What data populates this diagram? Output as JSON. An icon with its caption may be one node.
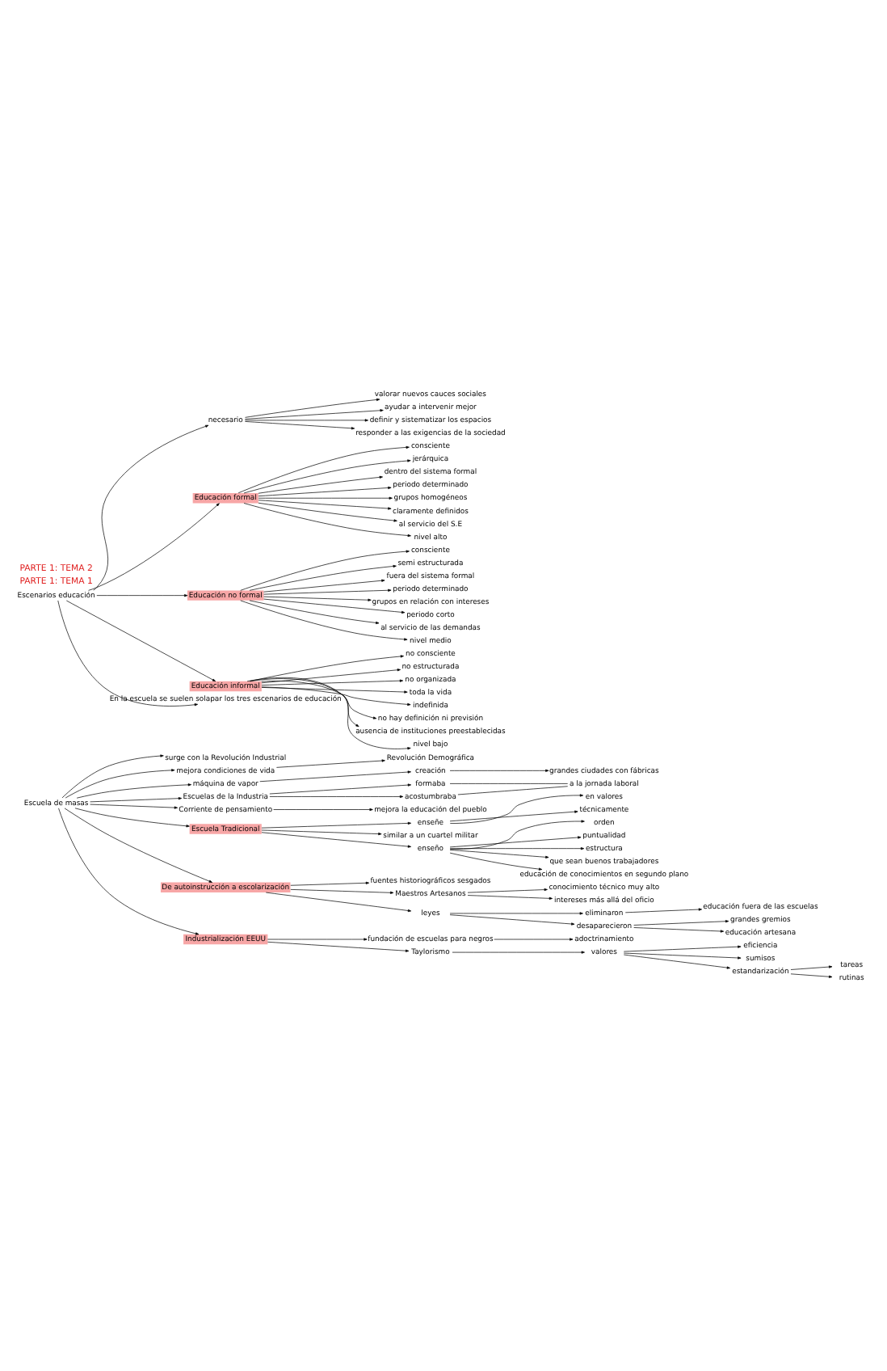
{
  "diagram": {
    "nodes": [
      {
        "text": [
          "Escuela de masas"
        ]
      },
      {
        "text": [
          "surge con la Revolución Industrial"
        ]
      },
      {
        "text": [
          "mejora condiciones de vida"
        ]
      },
      {
        "text": [
          "Revolución Demográfica"
        ]
      },
      {
        "text": [
          "máquina de vapor"
        ]
      },
      {
        "text": [
          "creación"
        ]
      },
      {
        "text": [
          "grandes ciudades con fábricas"
        ]
      },
      {
        "text": [
          "Escuelas de la Industria"
        ]
      },
      {
        "text": [
          "formaba"
        ]
      },
      {
        "text": [
          "acostumbraba"
        ]
      },
      {
        "text": [
          "a la jornada laboral"
        ]
      },
      {
        "text": [
          "Corriente de pensamiento"
        ]
      },
      {
        "text": [
          "mejora la educación del pueblo"
        ]
      },
      {
        "text": [
          "Escuela Tradicional"
        ]
      },
      {
        "text": [
          "enseñe"
        ]
      },
      {
        "text": [
          "en valores"
        ]
      },
      {
        "text": [
          "técnicamente"
        ]
      },
      {
        "text": [
          "similar a un cuartel militar"
        ]
      },
      {
        "text": [
          "enseño"
        ]
      },
      {
        "text": [
          "orden"
        ]
      },
      {
        "text": [
          "puntualidad"
        ]
      },
      {
        "text": [
          "estructura"
        ]
      },
      {
        "text": [
          "que sean buenos trabajadores"
        ]
      },
      {
        "text": [
          "educación de conocimientos en segundo plano"
        ]
      },
      {
        "text": [
          "De autoinstrucción a escolarización"
        ]
      },
      {
        "text": [
          "fuentes historiográficos sesgados"
        ]
      },
      {
        "text": [
          "Maestros Artesanos"
        ]
      },
      {
        "text": [
          "conocimiento técnico muy alto"
        ]
      },
      {
        "text": [
          "intereses más allá del oficio"
        ]
      },
      {
        "text": [
          "leyes"
        ]
      },
      {
        "text": [
          "eliminaron"
        ]
      },
      {
        "text": [
          "educación fuera de las escuelas"
        ]
      },
      {
        "text": [
          "desaparecieron"
        ]
      },
      {
        "text": [
          "grandes gremios"
        ]
      },
      {
        "text": [
          "educación artesana"
        ]
      },
      {
        "text": [
          "Industrialización EEUU"
        ]
      },
      {
        "text": [
          "fundación de escuelas para negros"
        ]
      },
      {
        "text": [
          "adoctrinamiento"
        ]
      },
      {
        "text": [
          "Taylorismo"
        ]
      },
      {
        "text": [
          "valores"
        ]
      },
      {
        "text": [
          "eficiencia"
        ]
      },
      {
        "text": [
          "sumisos"
        ]
      },
      {
        "text": [
          "estandarización"
        ]
      },
      {
        "text": [
          "tareas"
        ]
      },
      {
        "text": [
          "rutinas"
        ]
      },
      {
        "text": [
          "Escenarios educación"
        ]
      },
      {
        "text": [
          "necesario"
        ]
      },
      {
        "text": [
          "valorar nuevos cauces sociales"
        ]
      },
      {
        "text": [
          "ayudar a intervenir mejor"
        ]
      },
      {
        "text": [
          "definir y sistematizar los espacios"
        ]
      },
      {
        "text": [
          "responder a las exigencias de la sociedad"
        ]
      },
      {
        "text": [
          "Educación formal"
        ]
      },
      {
        "text": [
          "consciente"
        ]
      },
      {
        "text": [
          "jerárquica"
        ]
      },
      {
        "text": [
          "dentro del sistema formal"
        ]
      },
      {
        "text": [
          "periodo determinado"
        ]
      },
      {
        "text": [
          "grupos homogéneos"
        ]
      },
      {
        "text": [
          "claramente definidos"
        ]
      },
      {
        "text": [
          "al servicio del S.E"
        ]
      },
      {
        "text": [
          "nivel alto"
        ]
      },
      {
        "text": [
          "Educación no formal"
        ]
      },
      {
        "text": [
          "consciente"
        ]
      },
      {
        "text": [
          "semi estructurada"
        ]
      },
      {
        "text": [
          "fuera del sistema formal"
        ]
      },
      {
        "text": [
          "periodo determinado"
        ]
      },
      {
        "text": [
          "grupos en relación con intereses"
        ]
      },
      {
        "text": [
          "periodo corto"
        ]
      },
      {
        "text": [
          "al servicio de las demandas"
        ]
      },
      {
        "text": [
          "nivel medio"
        ]
      },
      {
        "text": [
          "Educación informal"
        ]
      },
      {
        "text": [
          "no consciente"
        ]
      },
      {
        "text": [
          "no estructurada"
        ]
      },
      {
        "text": [
          "no organizada"
        ]
      },
      {
        "text": [
          "toda la vida"
        ]
      },
      {
        "text": [
          "indefinida"
        ]
      },
      {
        "text": [
          "no hay definición ni previsión"
        ]
      },
      {
        "text": [
          "ausencia de instituciones preestablecidas"
        ]
      },
      {
        "text": [
          "nivel bajo"
        ]
      },
      {
        "text": [
          "En la escuela se suelen solapar los tres escenarios de educación"
        ]
      }
    ],
    "edges": [
      {
        "from": 0,
        "to": 1,
        "arrow": "to"
      },
      {
        "from": 0,
        "to": 2,
        "arrow": "to"
      },
      {
        "from": 2,
        "to": 3,
        "arrow": "to"
      },
      {
        "from": 0,
        "to": 4,
        "arrow": "to"
      },
      {
        "from": 4,
        "to": 5,
        "arrow": "to"
      },
      {
        "from": 5,
        "to": 6,
        "arrow": "to"
      },
      {
        "from": 0,
        "to": 7,
        "arrow": "to"
      },
      {
        "from": 7,
        "to": 8,
        "arrow": "to"
      },
      {
        "from": 7,
        "to": 9,
        "arrow": "to"
      },
      {
        "from": 8,
        "to": 10,
        "arrow": "none"
      },
      {
        "from": 9,
        "to": 10,
        "arrow": "none"
      },
      {
        "from": 0,
        "to": 11,
        "arrow": "to"
      },
      {
        "from": 11,
        "to": 12,
        "arrow": "to"
      },
      {
        "from": 0,
        "to": 13,
        "arrow": "to"
      },
      {
        "from": 13,
        "to": 14,
        "arrow": "to"
      },
      {
        "from": 14,
        "to": 15,
        "arrow": "to"
      },
      {
        "from": 14,
        "to": 16,
        "arrow": "to"
      },
      {
        "from": 13,
        "to": 17,
        "arrow": "to"
      },
      {
        "from": 13,
        "to": 18,
        "arrow": "to"
      },
      {
        "from": 18,
        "to": 19,
        "arrow": "to"
      },
      {
        "from": 18,
        "to": 20,
        "arrow": "to"
      },
      {
        "from": 18,
        "to": 21,
        "arrow": "to"
      },
      {
        "from": 18,
        "to": 22,
        "arrow": "to"
      },
      {
        "from": 18,
        "to": 23,
        "arrow": "to"
      },
      {
        "from": 0,
        "to": 24,
        "arrow": "to"
      },
      {
        "from": 24,
        "to": 25,
        "arrow": "to"
      },
      {
        "from": 24,
        "to": 26,
        "arrow": "to"
      },
      {
        "from": 26,
        "to": 27,
        "arrow": "to"
      },
      {
        "from": 26,
        "to": 28,
        "arrow": "to"
      },
      {
        "from": 24,
        "to": 29,
        "arrow": "to"
      },
      {
        "from": 29,
        "to": 30,
        "arrow": "to"
      },
      {
        "from": 30,
        "to": 31,
        "arrow": "to"
      },
      {
        "from": 29,
        "to": 32,
        "arrow": "to"
      },
      {
        "from": 32,
        "to": 33,
        "arrow": "to"
      },
      {
        "from": 32,
        "to": 34,
        "arrow": "to"
      },
      {
        "from": 0,
        "to": 35,
        "arrow": "to"
      },
      {
        "from": 35,
        "to": 36,
        "arrow": "to"
      },
      {
        "from": 36,
        "to": 37,
        "arrow": "to"
      },
      {
        "from": 35,
        "to": 38,
        "arrow": "to"
      },
      {
        "from": 38,
        "to": 39,
        "arrow": "to"
      },
      {
        "from": 39,
        "to": 40,
        "arrow": "to"
      },
      {
        "from": 39,
        "to": 41,
        "arrow": "to"
      },
      {
        "from": 39,
        "to": 42,
        "arrow": "to"
      },
      {
        "from": 42,
        "to": 43,
        "arrow": "to"
      },
      {
        "from": 42,
        "to": 44,
        "arrow": "to"
      },
      {
        "from": 45,
        "to": 46,
        "arrow": "to"
      },
      {
        "from": 46,
        "to": 47,
        "arrow": "to"
      },
      {
        "from": 46,
        "to": 48,
        "arrow": "to"
      },
      {
        "from": 46,
        "to": 49,
        "arrow": "to"
      },
      {
        "from": 46,
        "to": 50,
        "arrow": "to"
      },
      {
        "from": 45,
        "to": 51,
        "arrow": "to"
      },
      {
        "from": 51,
        "to": 52,
        "arrow": "to"
      },
      {
        "from": 51,
        "to": 53,
        "arrow": "to"
      },
      {
        "from": 51,
        "to": 54,
        "arrow": "to"
      },
      {
        "from": 51,
        "to": 55,
        "arrow": "to"
      },
      {
        "from": 51,
        "to": 56,
        "arrow": "to"
      },
      {
        "from": 51,
        "to": 57,
        "arrow": "to"
      },
      {
        "from": 51,
        "to": 58,
        "arrow": "to"
      },
      {
        "from": 51,
        "to": 59,
        "arrow": "to"
      },
      {
        "from": 45,
        "to": 60,
        "arrow": "to"
      },
      {
        "from": 60,
        "to": 61,
        "arrow": "to"
      },
      {
        "from": 60,
        "to": 62,
        "arrow": "to"
      },
      {
        "from": 60,
        "to": 63,
        "arrow": "to"
      },
      {
        "from": 60,
        "to": 64,
        "arrow": "to"
      },
      {
        "from": 60,
        "to": 65,
        "arrow": "to"
      },
      {
        "from": 60,
        "to": 66,
        "arrow": "to"
      },
      {
        "from": 60,
        "to": 67,
        "arrow": "to"
      },
      {
        "from": 60,
        "to": 68,
        "arrow": "to"
      },
      {
        "from": 45,
        "to": 69,
        "arrow": "to"
      },
      {
        "from": 69,
        "to": 70,
        "arrow": "to"
      },
      {
        "from": 69,
        "to": 71,
        "arrow": "to"
      },
      {
        "from": 69,
        "to": 72,
        "arrow": "to"
      },
      {
        "from": 69,
        "to": 73,
        "arrow": "to"
      },
      {
        "from": 69,
        "to": 74,
        "arrow": "to"
      },
      {
        "from": 69,
        "to": 75,
        "arrow": "to"
      },
      {
        "from": 69,
        "to": 76,
        "arrow": "to"
      },
      {
        "from": 69,
        "to": 77,
        "arrow": "to"
      },
      {
        "from": 45,
        "to": 78,
        "arrow": "to"
      }
    ],
    "labels": [
      "PARTE 1: TEMA 1",
      "PARTE 1: TEMA 2"
    ]
  }
}
